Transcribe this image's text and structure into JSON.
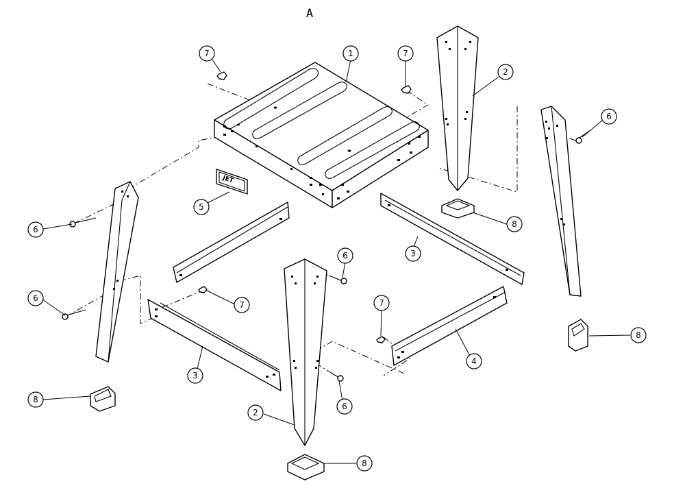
{
  "view_label": "A",
  "logo_text": "JET",
  "callouts": [
    {
      "id": "c-7a",
      "label": "7"
    },
    {
      "id": "c-1",
      "label": "1"
    },
    {
      "id": "c-7b",
      "label": "7"
    },
    {
      "id": "c-2a",
      "label": "2"
    },
    {
      "id": "c-6a",
      "label": "6"
    },
    {
      "id": "c-5",
      "label": "5"
    },
    {
      "id": "c-8a",
      "label": "8"
    },
    {
      "id": "c-6b",
      "label": "6"
    },
    {
      "id": "c-6c",
      "label": "6"
    },
    {
      "id": "c-3a",
      "label": "3"
    },
    {
      "id": "c-6d",
      "label": "6"
    },
    {
      "id": "c-7c",
      "label": "7"
    },
    {
      "id": "c-7d",
      "label": "7"
    },
    {
      "id": "c-8b",
      "label": "8"
    },
    {
      "id": "c-3b",
      "label": "3"
    },
    {
      "id": "c-4",
      "label": "4"
    },
    {
      "id": "c-8c",
      "label": "8"
    },
    {
      "id": "c-6e",
      "label": "6"
    },
    {
      "id": "c-2b",
      "label": "2"
    },
    {
      "id": "c-8d",
      "label": "8"
    }
  ]
}
